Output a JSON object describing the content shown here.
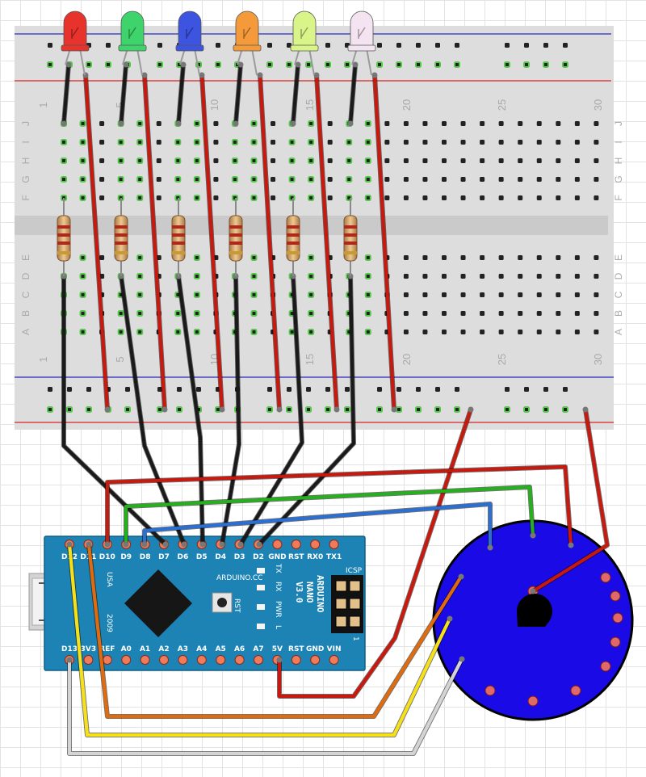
{
  "breadboard": {
    "column_numbers": [
      "1",
      "5",
      "10",
      "15",
      "20",
      "25",
      "30"
    ],
    "top_row_letters": [
      "J",
      "I",
      "H",
      "G",
      "F"
    ],
    "bottom_row_letters": [
      "E",
      "D",
      "C",
      "B",
      "A"
    ]
  },
  "leds": [
    {
      "name": "red-led",
      "color": "#e8322c"
    },
    {
      "name": "green-led",
      "color": "#3fd36b"
    },
    {
      "name": "blue-led",
      "color": "#3c54e0"
    },
    {
      "name": "orange-led",
      "color": "#f59a3a"
    },
    {
      "name": "yellow-green-led",
      "color": "#d9f58a"
    },
    {
      "name": "white-led",
      "color": "#f4e4f2"
    }
  ],
  "arduino": {
    "top_pins": [
      "D12",
      "D11",
      "D10",
      "D9",
      "D8",
      "D7",
      "D6",
      "D5",
      "D4",
      "D3",
      "D2",
      "GND",
      "RST",
      "RX0",
      "TX1"
    ],
    "bottom_pins": [
      "D13",
      "3V3",
      "REF",
      "A0",
      "A1",
      "A2",
      "A3",
      "A4",
      "A5",
      "A6",
      "A7",
      "5V",
      "RST",
      "GND",
      "VIN"
    ],
    "labels": {
      "usa": "USA",
      "year": "2009",
      "brand": "ARDUINO.CC",
      "rst": "RST",
      "tx": "TX",
      "rx": "RX",
      "pwr": "PWR",
      "l": "L",
      "icsp": "ICSP",
      "one": "1",
      "name_line1": "ARDUINO",
      "name_line2": "NANO",
      "name_line3": "V3.0"
    }
  },
  "colors": {
    "wire_red": "#c8190f",
    "wire_black": "#1a1a1a",
    "wire_green": "#27b01d",
    "wire_blue": "#2a6fd1",
    "wire_orange": "#e06a0c",
    "wire_yellow": "#f5e01a",
    "wire_white": "#d4d4d4",
    "rail_red": "#d82626",
    "rail_blue": "#2b2bbf",
    "ring_blue": "#1a0ae6",
    "nano_blue": "#1c83b4"
  }
}
